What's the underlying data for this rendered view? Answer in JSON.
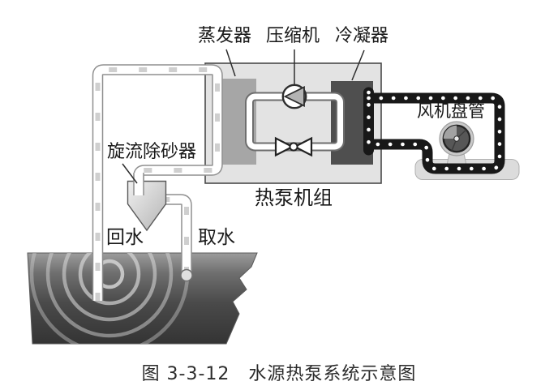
{
  "diagram": {
    "title_caption": "图 3-3-12　水源热泵系统示意图",
    "labels": {
      "evaporator": "蒸发器",
      "compressor": "压缩机",
      "condenser": "冷凝器",
      "fan_coil": "风机盘管",
      "cyclone_sand_remover": "旋流除砂器",
      "heat_pump_unit": "热泵机组",
      "return_water": "回水",
      "intake_water": "取水"
    },
    "components": [
      "evaporator-block",
      "compressor-icon",
      "condenser-block",
      "expansion-valve-icon",
      "fan-icon",
      "cyclone-sand-remover",
      "water-body",
      "heat-pump-unit-box",
      "foot-valve-ball"
    ],
    "colors": {
      "unit_box_fill": "#e3e3e3",
      "unit_box_border": "#4a4a4a",
      "evaporator_fill": "#a6a6a6",
      "condenser_fill": "#4f4f4f",
      "water_pipe_border": "#8f8f8f",
      "black_pipe": "#181818",
      "water_dark": "#3a3a3a",
      "ripple": "#d4d4d4",
      "text": "#191919"
    }
  }
}
